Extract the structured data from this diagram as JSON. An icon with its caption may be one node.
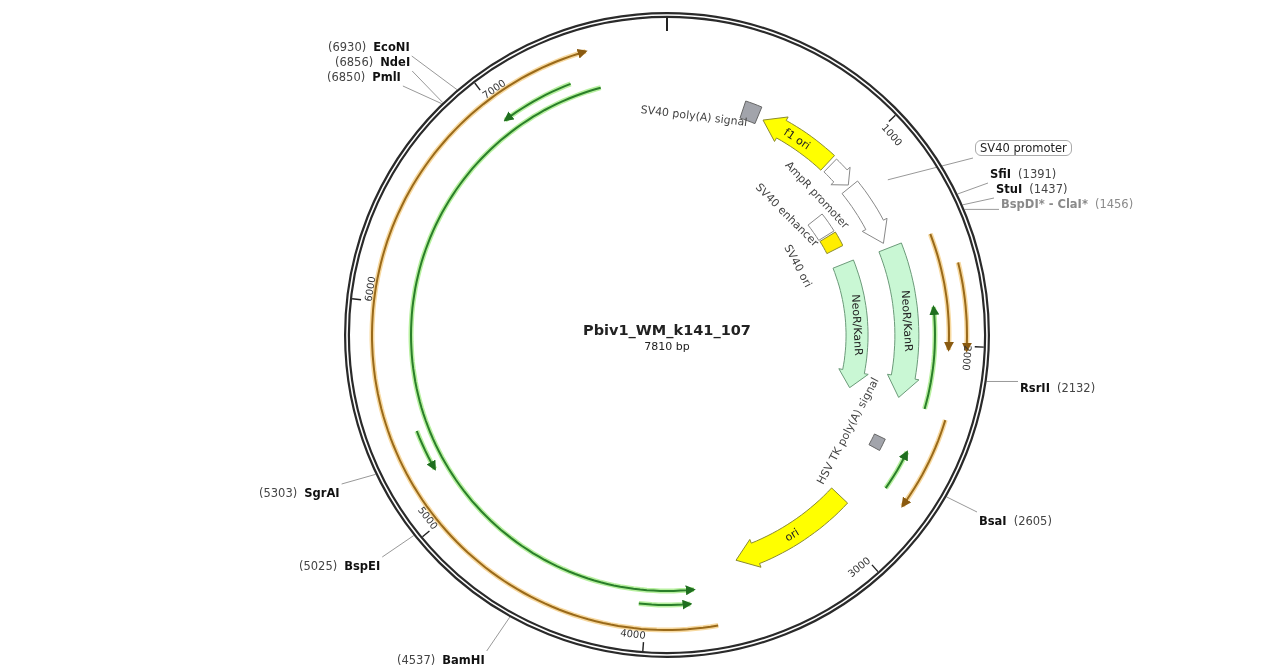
{
  "diagram": {
    "title": "Pbiv1_WM_k141_107",
    "nodes": [
      {
        "text": [],
        "shape": "circle"
      },
      {
        "text": [
          "f1 ori"
        ],
        "in": 0
      },
      {
        "text": [
          "SV40 poly(A) signal"
        ],
        "in": 0
      },
      {
        "text": [
          "AmpR promoter"
        ],
        "in": 0
      },
      {
        "text": [
          "SV40 promoter"
        ]
      },
      {
        "text": [],
        "shape": "arrow",
        "in": 0
      },
      {
        "text": [
          "SV40 enhancer"
        ],
        "in": 0
      },
      {
        "text": [
          "SV40 ori"
        ],
        "in": 0
      },
      {
        "text": [
          "NeoR/KanR"
        ],
        "in": 0
      },
      {
        "text": [
          "NeoR/KanR"
        ],
        "in": 0
      },
      {
        "text": [
          "HSV TK poly(A) signal"
        ],
        "in": 0
      },
      {
        "text": [
          "ori"
        ],
        "in": 0
      },
      {
        "text": [
          "(6930)",
          "EcoNI"
        ]
      },
      {
        "text": [
          "(6856)",
          "NdeI"
        ]
      },
      {
        "text": [
          "(6850)",
          "PmlI"
        ]
      },
      {
        "text": [
          "SfiI",
          "(1391)"
        ]
      },
      {
        "text": [
          "StuI",
          "(1437)"
        ]
      },
      {
        "text": [
          "BspDI* - ClaI*",
          "(1456)"
        ]
      },
      {
        "text": [
          "RsrII",
          "(2132)"
        ]
      },
      {
        "text": [
          "BsaI",
          "(2605)"
        ]
      },
      {
        "text": [
          "(5303)",
          "SgrAI"
        ]
      },
      {
        "text": [
          "(5025)",
          "BspEI"
        ]
      },
      {
        "text": [
          "(4537)",
          "BamHI"
        ]
      }
    ],
    "edges": [
      {
        "from": 4,
        "to": 5,
        "arrow": "none"
      },
      {
        "from": 12,
        "to": 0,
        "arrow": "none"
      },
      {
        "from": 13,
        "to": 0,
        "arrow": "none"
      },
      {
        "from": 14,
        "to": 0,
        "arrow": "none"
      },
      {
        "from": 15,
        "to": 0,
        "arrow": "none"
      },
      {
        "from": 16,
        "to": 0,
        "arrow": "none"
      },
      {
        "from": 17,
        "to": 0,
        "arrow": "none"
      },
      {
        "from": 18,
        "to": 0,
        "arrow": "none"
      },
      {
        "from": 19,
        "to": 0,
        "arrow": "none"
      },
      {
        "from": 20,
        "to": 0,
        "arrow": "none"
      },
      {
        "from": 21,
        "to": 0,
        "arrow": "none"
      },
      {
        "from": 22,
        "to": 0,
        "arrow": "none"
      }
    ],
    "labels": [
      "7810 bp",
      "1000",
      "2000",
      "3000",
      "4000",
      "5000",
      "6000",
      "7000"
    ]
  }
}
